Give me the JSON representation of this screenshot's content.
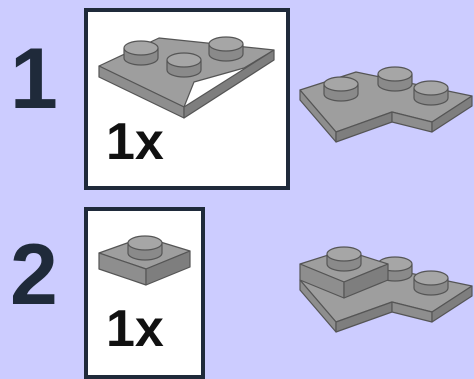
{
  "colors": {
    "background": "#ccccff",
    "brick_top": "#9e9e9e",
    "brick_side": "#848484",
    "brick_front": "#8e8e8e",
    "outline": "#555555",
    "box_border": "#1f2a3a"
  },
  "steps": [
    {
      "number": "1",
      "part_icon": "l-plate-2x2-icon",
      "quantity": "1x",
      "result_icon": "l-plate-assembly-icon"
    },
    {
      "number": "2",
      "part_icon": "plate-1x1-icon",
      "quantity": "1x",
      "result_icon": "stacked-plate-assembly-icon"
    }
  ]
}
